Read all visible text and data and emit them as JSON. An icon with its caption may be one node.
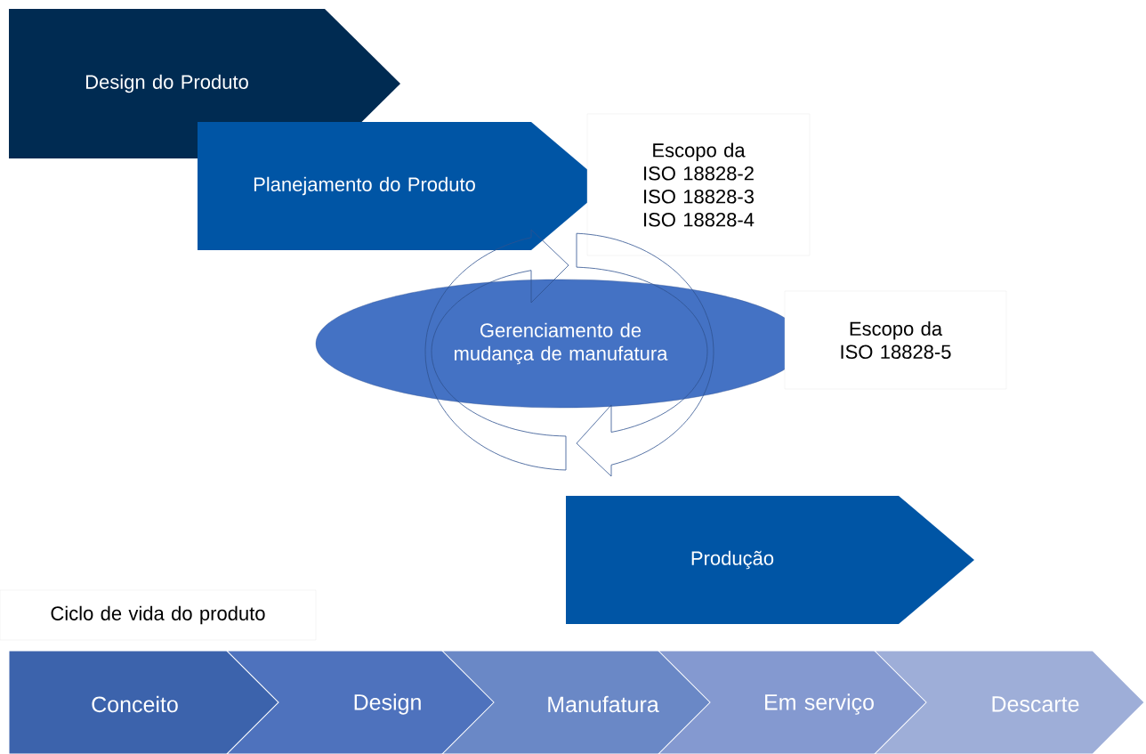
{
  "diagram": {
    "nodes": [
      {
        "text": [
          "Design do Produto"
        ]
      },
      {
        "text": [
          "Planejamento do Produto"
        ]
      },
      {
        "text": [
          "Escopo da ISO 18828-2 ISO 18828-3 ISO 18828-4"
        ]
      },
      {
        "text": [
          "Gerenciamento de mudança de manufatura"
        ]
      },
      {
        "text": [
          "Escopo da ISO 18828-5"
        ]
      },
      {
        "text": [
          "Produção"
        ]
      },
      {
        "text": [
          "Ciclo de vida do produto"
        ]
      },
      {
        "text": [
          "Conceito"
        ]
      },
      {
        "text": [
          "Design"
        ]
      },
      {
        "text": [
          "Manufatura"
        ]
      },
      {
        "text": [
          "Em serviço"
        ]
      },
      {
        "text": [
          "Descarte"
        ]
      }
    ]
  }
}
